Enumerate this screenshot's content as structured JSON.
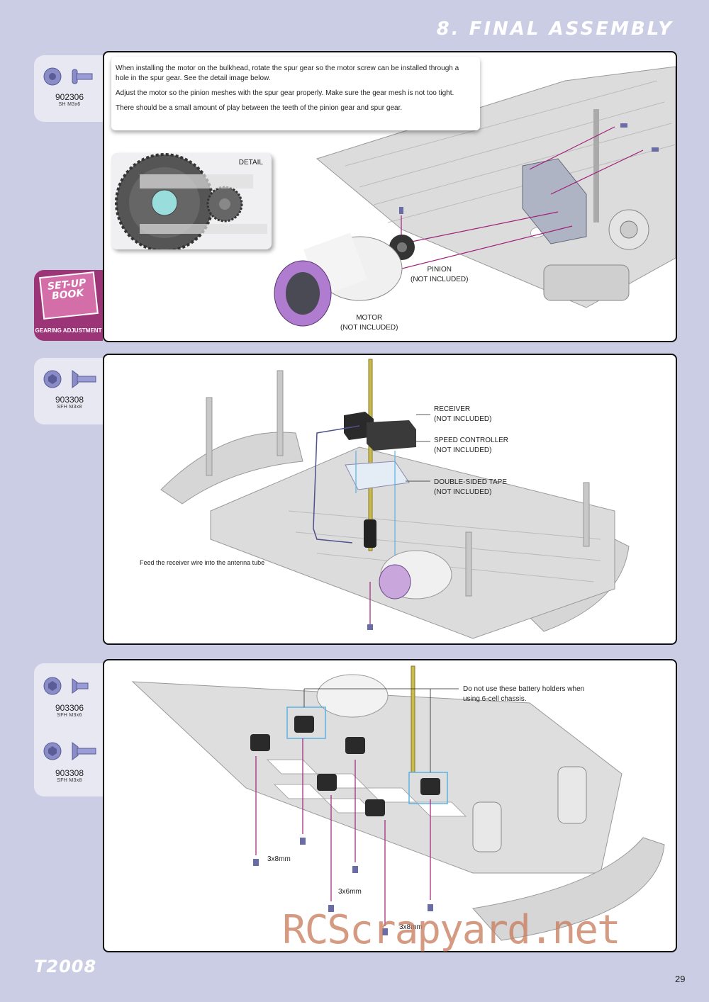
{
  "header": {
    "section_title": "8. FINAL ASSEMBLY"
  },
  "steps": [
    {
      "parts": [
        {
          "number": "902306",
          "desc": "SH M3x6"
        }
      ],
      "notes": [
        "When installing the motor on the bulkhead, rotate the spur gear so the motor screw can be installed through a hole in the spur gear. See the detail image below.",
        "Adjust the motor so the pinion meshes with the spur gear properly. Make sure the gear mesh is not too tight.",
        "There should be a small amount of play between the teeth of the pinion gear and spur gear."
      ],
      "detail_label": "DETAIL",
      "callouts": {
        "pinion_1": "PINION",
        "pinion_2": "(NOT INCLUDED)",
        "motor_1": "MOTOR",
        "motor_2": "(NOT INCLUDED)"
      }
    },
    {
      "parts": [
        {
          "number": "903308",
          "desc": "SFH M3x8"
        }
      ],
      "callouts": {
        "receiver_1": "RECEIVER",
        "receiver_2": "(NOT INCLUDED)",
        "esc_1": "SPEED CONTROLLER",
        "esc_2": "(NOT INCLUDED)",
        "tape_1": "DOUBLE-SIDED TAPE",
        "tape_2": "(NOT INCLUDED)",
        "antenna_note": "Feed the receiver wire into the antenna tube"
      }
    },
    {
      "parts": [
        {
          "number": "903306",
          "desc": "SFH M3x6"
        },
        {
          "number": "903308",
          "desc": "SFH M3x8"
        }
      ],
      "callouts": {
        "battery_note_1": "Do not use these battery holders when",
        "battery_note_2": "using 6-cell chassis.",
        "size_a": "3x8mm",
        "size_b": "3x6mm",
        "size_c": "3x8mm"
      }
    }
  ],
  "setup_book": {
    "title_1": "SET-UP",
    "title_2": "BOOK",
    "label": "GEARING ADJUSTMENT"
  },
  "footer": {
    "logo": "T2008",
    "page_number": "29"
  },
  "watermark": "RCScrapyard.net"
}
